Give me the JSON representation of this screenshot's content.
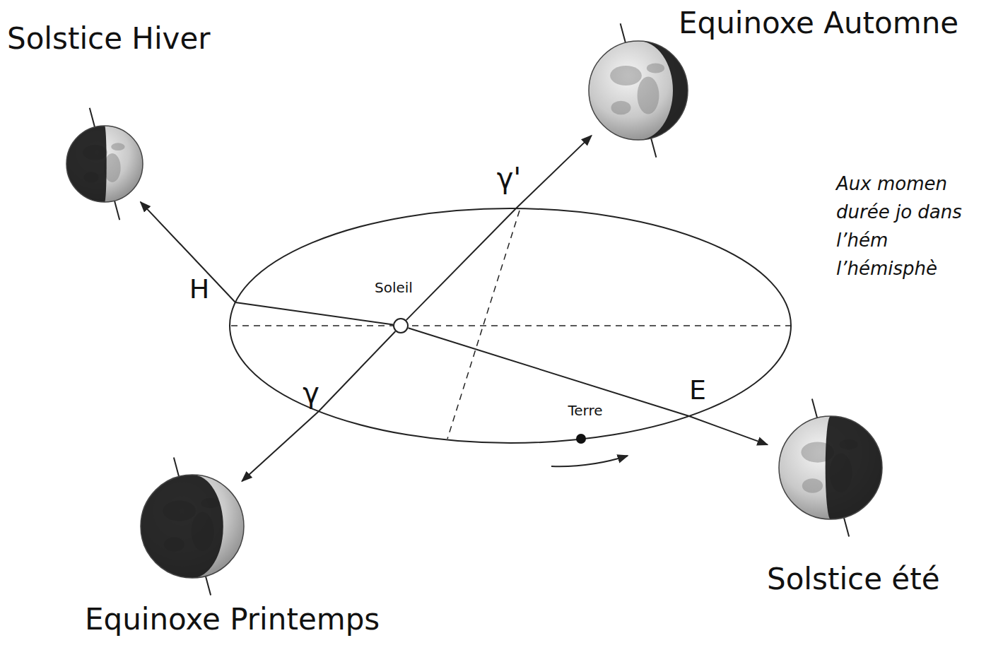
{
  "diagram": {
    "nodes": [
      {
        "text": [
          "Solstice Hiver"
        ]
      },
      {
        "text": [
          "Equinoxe Automne"
        ]
      },
      {
        "text": [
          "Soleil"
        ]
      },
      {
        "text": [
          "Solstice été"
        ]
      },
      {
        "text": [
          "Equinoxe Printemps"
        ]
      }
    ],
    "edges": [
      {
        "from": 2,
        "to": 0,
        "arrow": "to"
      },
      {
        "from": 2,
        "to": 1,
        "arrow": "to"
      },
      {
        "from": 2,
        "to": 3,
        "arrow": "to"
      },
      {
        "from": 2,
        "to": 4,
        "arrow": "to"
      }
    ],
    "labels": [
      "γ'",
      "H",
      "γ",
      "E",
      "Terre",
      "Aux momen durée jo dans l’hém l’hémisphè"
    ]
  }
}
